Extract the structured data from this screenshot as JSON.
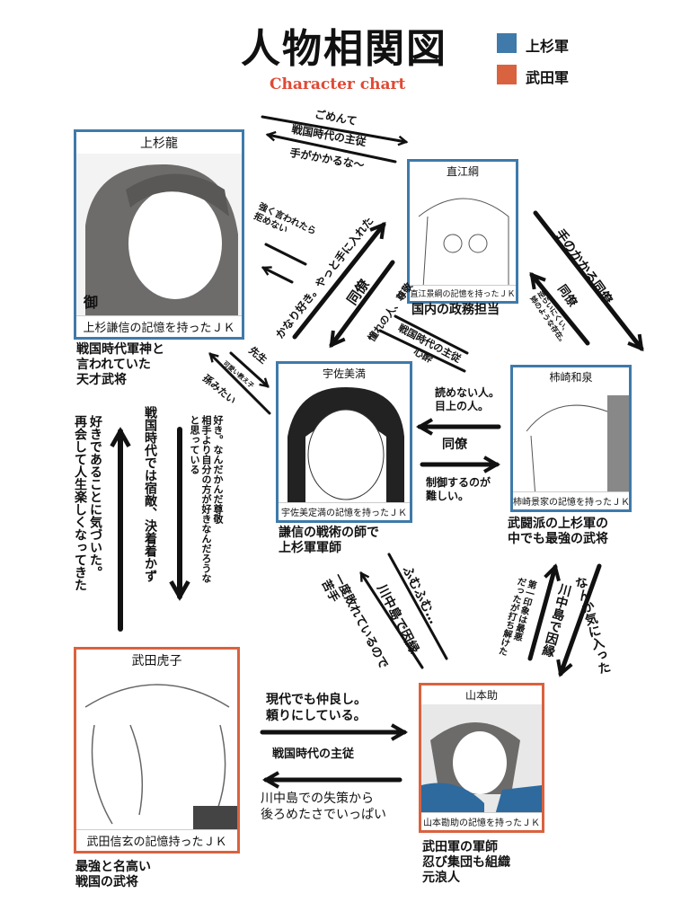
{
  "header": {
    "title": "人物相関図",
    "subtitle": "Character chart",
    "legend": [
      {
        "label": "上杉軍",
        "color": "#3f7aaa"
      },
      {
        "label": "武田軍",
        "color": "#d9623f"
      }
    ]
  },
  "characters": {
    "ryu": {
      "name": "上杉龍",
      "badge": "御",
      "caption": "上杉謙信の記憶を持ったＪＫ",
      "desc": "戦国時代軍神と\n言われていた\n天才武将",
      "faction": "上杉軍"
    },
    "tsuna": {
      "name": "直江綱",
      "caption": "直江景綱の記憶を持ったＪＫ",
      "desc": "国内の政務担当",
      "faction": "上杉軍"
    },
    "mitsuru": {
      "name": "宇佐美満",
      "caption": "宇佐美定満の記憶を持ったＪＫ",
      "desc": "謙信の戦術の師で\n上杉軍軍師",
      "faction": "上杉軍"
    },
    "izumi": {
      "name": "柿崎和泉",
      "caption": "柿崎景家の記憶を持ったＪＫ",
      "desc": "武闘派の上杉軍の\n中でも最強の武将",
      "faction": "上杉軍"
    },
    "torako": {
      "name": "武田虎子",
      "caption": "武田信玄の記憶持ったＪＫ",
      "desc": "最強と名高い\n戦国の武将",
      "faction": "武田軍"
    },
    "suke": {
      "name": "山本助",
      "caption": "山本勘助の記憶を持ったＪＫ",
      "desc": "武田軍の軍師\n忍び集団も組織\n元浪人",
      "faction": "武田軍"
    }
  },
  "relations": {
    "ryu_tsuna_top": "ごめんて",
    "ryu_tsuna_mid": "戦国時代の主従",
    "ryu_tsuna_bottom": "手がかかるな〜",
    "tsuna_ryu_note": "強く言われたら\n拒めない",
    "mitsuru_tsuna": "かなり好き。やっと手に入れた",
    "tsuna_mitsuru_a": "同僚",
    "tsuna_mitsuru_b": "憧れの人、尊敬",
    "tsuna_ryu_lower": "戦国時代の主従\n心酔",
    "tsuna_izumi": "手のかかる同僚",
    "izumi_tsuna_a": "同僚",
    "izumi_tsuna_b": "逆らいにくい、\n姉のような存在。",
    "ryu_mitsuru": "先生",
    "mitsuru_ryu_small": "可愛い教え子",
    "mitsuru_ryu": "孫みたい",
    "mitsuru_ryu_note": "好き。なんだかんだ尊敬\n相手より自分の方が好きなんだろうな\nと思っている",
    "ryu_torako": "戦国時代では宿敵、決着着かず",
    "torako_ryu": "好きであることに気づいた。\n再会して人生楽しくなってきた",
    "izumi_mitsuru": "読めない人。\n目上の人。",
    "mitsuru_izumi_mid": "同僚",
    "mitsuru_izumi": "制御するのが\n難しい。",
    "mitsuru_suke": "ふむふむ…",
    "mitsuru_suke_mid": "川中島で因縁",
    "suke_mitsuru": "一度敗れているので\n苦手",
    "izumi_suke": "なんか気に入った",
    "suke_izumi_mid": "川中島で因縁",
    "suke_izumi": "第一印象は最悪\nだったが打ち解けた",
    "torako_suke": "現代でも仲良し。\n頼りにしている。",
    "torako_suke_mid": "戦国時代の主従",
    "suke_torako": "川中島での失策から\n後ろめたさでいっぱい"
  }
}
